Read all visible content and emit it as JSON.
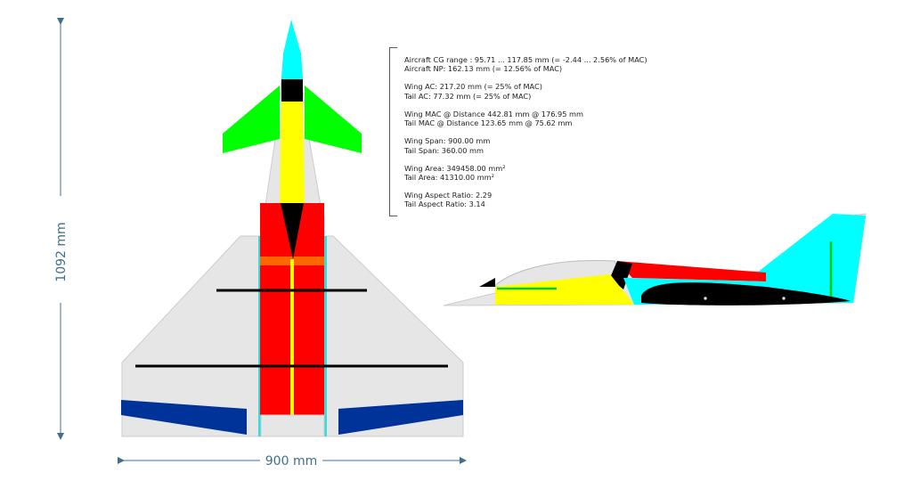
{
  "dimensions": {
    "height_label": "1092 mm",
    "width_label": "900 mm"
  },
  "info": {
    "cg_range": "Aircraft CG range : 95.71 ... 117.85 mm (= -2.44 ... 2.56% of MAC)",
    "np": "Aircraft NP: 162.13 mm (= 12.56% of MAC)",
    "wing_ac": "Wing AC: 217.20 mm (= 25% of MAC)",
    "tail_ac": "Tail AC: 77.32 mm (= 25% of MAC)",
    "wing_mac": "Wing MAC @ Distance 442.81 mm @ 176.95 mm",
    "tail_mac": "Tail MAC @ Distance 123.65 mm @ 75.62 mm",
    "wing_span": "Wing Span: 900.00 mm",
    "tail_span": "Tail Span: 360.00 mm",
    "wing_area": "Wing Area: 349458.00 mm²",
    "tail_area": "Tail Area: 41310.00 mm²",
    "wing_ar": "Wing Aspect Ratio: 2.29",
    "tail_ar": "Tail Aspect Ratio: 3.14"
  },
  "colors": {
    "dimension": "#3f6f8f",
    "fuselage": "#e6e6e6",
    "wing": "#e6e6e6",
    "canard": "#00ff00",
    "nose": "#00ffff",
    "servo_bay": "#ffff00",
    "battery": "#ff0000",
    "elevon": "#003399",
    "spar": "#000000",
    "former": "#ff6600",
    "fin": "#00ffff"
  }
}
